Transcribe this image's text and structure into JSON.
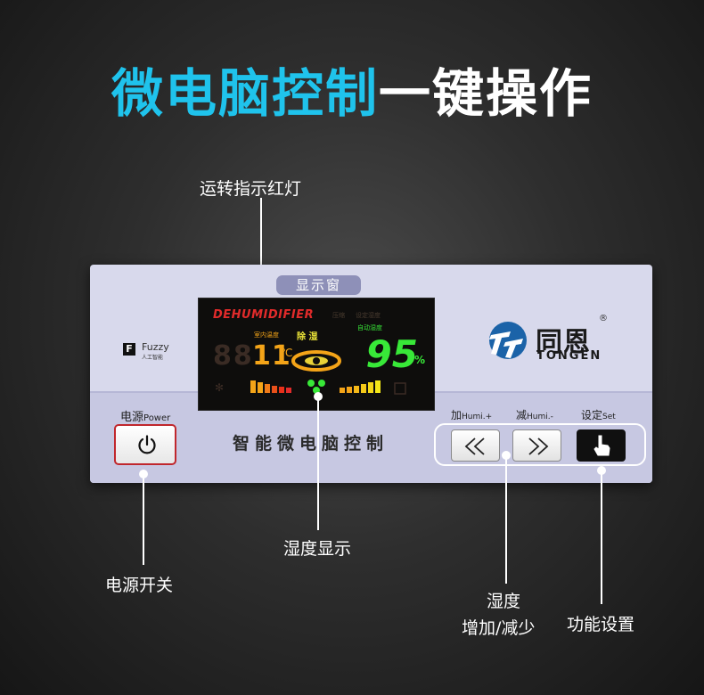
{
  "headline": {
    "accent": "微电脑控制",
    "rest": "一键操作"
  },
  "callouts": {
    "indicator": "运转指示红灯",
    "humidity_display": "湿度显示",
    "power_switch": "电源开关",
    "humidity_adjust_line1": "湿度",
    "humidity_adjust_line2": "增加/减少",
    "function_set": "功能设置"
  },
  "panel": {
    "display_window_label": "显示窗",
    "fuzzy_label": "Fuzzy",
    "fuzzy_sub": "人工智能",
    "brand_cn": "同恩",
    "brand_reg": "®",
    "brand_en": "TONGEN",
    "slogan": "智能微电脑控制",
    "power_label_cn": "电源",
    "power_label_en": "Power",
    "plus_label_cn": "加",
    "plus_label_en": "Humi.+",
    "minus_label_cn": "减",
    "minus_label_en": "Humi.-",
    "set_label_cn": "设定",
    "set_label_en": "Set"
  },
  "lcd": {
    "title": "DEHUMIDIFIER",
    "mode": "除 湿",
    "temp_label": "室内温度",
    "humidity_label": "自动湿度",
    "top_label_1": "压缩",
    "top_label_2": "设定湿度",
    "temp_ghost": "88",
    "temp_value": "11",
    "temp_unit": "℃",
    "humidity_value": "95",
    "humidity_unit": "%"
  },
  "colors": {
    "accent": "#1fc3ec",
    "lcd_red": "#e22b2b",
    "lcd_green": "#38e838",
    "lcd_orange": "#f4a418",
    "power_ring": "#c0272d",
    "brand_blue": "#1b63a8"
  },
  "icons": {
    "power": "power-icon",
    "rewind": "double-left-arrow-icon",
    "forward": "double-right-arrow-icon",
    "set": "pointing-hand-icon"
  }
}
